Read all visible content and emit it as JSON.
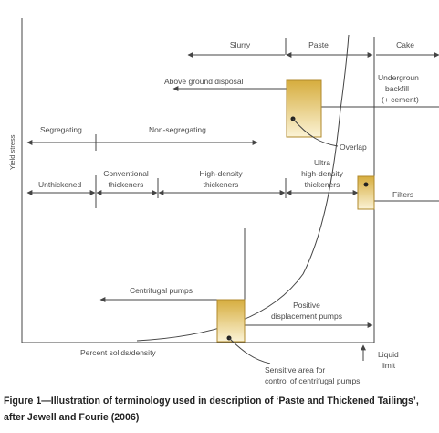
{
  "axes": {
    "y_label": "Yield stress",
    "x_label": "Percent solids/density",
    "liquid_limit": [
      "Liquid",
      "limit"
    ]
  },
  "regions": {
    "slurry": "Slurry",
    "paste": "Paste",
    "cake": "Cake"
  },
  "disposal": {
    "above_ground": "Above ground disposal",
    "underground": [
      "Undergroun",
      "backfill",
      "(+ cement)"
    ],
    "overlap": "Overlap"
  },
  "segregation": {
    "segregating": "Segregating",
    "non_segregating": "Non-segregating"
  },
  "thickeners": {
    "unthickened": "Unthickened",
    "conventional": [
      "Conventional",
      "thickeners"
    ],
    "high_density": [
      "High-density",
      "thickeners"
    ],
    "ultra": [
      "Ultra",
      "high-density",
      "thickeners"
    ],
    "filters": "Filters"
  },
  "pumps": {
    "centrifugal": "Centrifugal pumps",
    "positive": [
      "Positive",
      "displacement pumps"
    ],
    "sensitive": [
      "Sensitive area for",
      "control of centrifugal pumps"
    ]
  },
  "caption": {
    "line1": "Figure 1—Illustration of terminology used in description of ‘Paste and Thickened Tailings’,",
    "line2": "after Jewell and Fourie (2006)"
  },
  "colors": {
    "line": "#444444",
    "box_edge": "#b08a2c",
    "box_fill_top": "#d6ad3e",
    "box_fill_bottom": "#fbf3d6"
  }
}
